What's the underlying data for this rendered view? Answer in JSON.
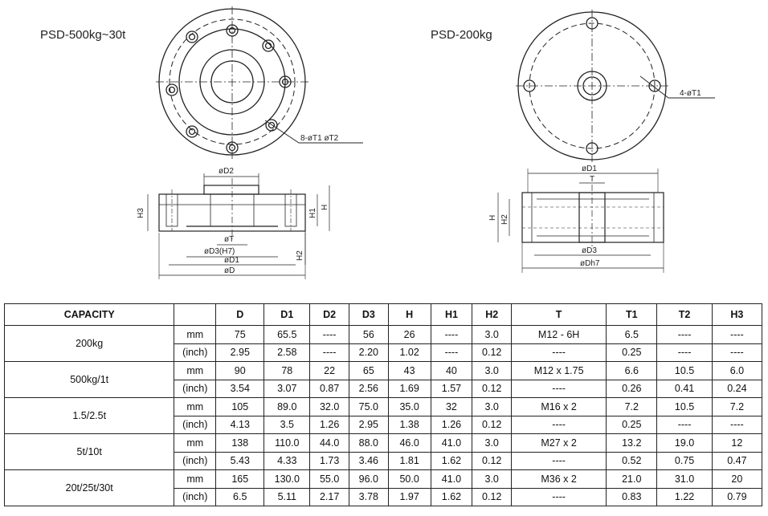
{
  "drawings": {
    "left": {
      "title": "PSD-500kg~30t",
      "labels": {
        "holes": "8-øT1 øT2",
        "d2": "øD2",
        "t": "øT",
        "d3": "øD3(H7)",
        "d1": "øD1",
        "d": "øD",
        "h3": "H3",
        "h1": "H1",
        "h": "H",
        "h2": "H2"
      }
    },
    "right": {
      "title": "PSD-200kg",
      "labels": {
        "holes": "4-øT1",
        "d1": "øD1",
        "t": "T",
        "d3": "øD3",
        "dh7": "øDh7",
        "h": "H",
        "h2": "H2"
      }
    }
  },
  "table": {
    "headers": [
      "CAPACITY",
      "",
      "D",
      "D1",
      "D2",
      "D3",
      "H",
      "H1",
      "H2",
      "T",
      "T1",
      "T2",
      "H3"
    ],
    "rows": [
      {
        "capacity": "200kg",
        "mm": [
          "75",
          "65.5",
          "----",
          "56",
          "26",
          "----",
          "3.0",
          "M12 - 6H",
          "6.5",
          "----",
          "----"
        ],
        "inch": [
          "2.95",
          "2.58",
          "----",
          "2.20",
          "1.02",
          "----",
          "0.12",
          "----",
          "0.25",
          "----",
          "----"
        ]
      },
      {
        "capacity": "500kg/1t",
        "mm": [
          "90",
          "78",
          "22",
          "65",
          "43",
          "40",
          "3.0",
          "M12 x 1.75",
          "6.6",
          "10.5",
          "6.0"
        ],
        "inch": [
          "3.54",
          "3.07",
          "0.87",
          "2.56",
          "1.69",
          "1.57",
          "0.12",
          "----",
          "0.26",
          "0.41",
          "0.24"
        ]
      },
      {
        "capacity": "1.5/2.5t",
        "mm": [
          "105",
          "89.0",
          "32.0",
          "75.0",
          "35.0",
          "32",
          "3.0",
          "M16 x 2",
          "7.2",
          "10.5",
          "7.2"
        ],
        "inch": [
          "4.13",
          "3.5",
          "1.26",
          "2.95",
          "1.38",
          "1.26",
          "0.12",
          "----",
          "0.25",
          "----",
          "----"
        ]
      },
      {
        "capacity": "5t/10t",
        "mm": [
          "138",
          "110.0",
          "44.0",
          "88.0",
          "46.0",
          "41.0",
          "3.0",
          "M27 x 2",
          "13.2",
          "19.0",
          "12"
        ],
        "inch": [
          "5.43",
          "4.33",
          "1.73",
          "3.46",
          "1.81",
          "1.62",
          "0.12",
          "----",
          "0.52",
          "0.75",
          "0.47"
        ]
      },
      {
        "capacity": "20t/25t/30t",
        "mm": [
          "165",
          "130.0",
          "55.0",
          "96.0",
          "50.0",
          "41.0",
          "3.0",
          "M36 x 2",
          "21.0",
          "31.0",
          "20"
        ],
        "inch": [
          "6.5",
          "5.11",
          "2.17",
          "3.78",
          "1.97",
          "1.62",
          "0.12",
          "----",
          "0.83",
          "1.22",
          "0.79"
        ]
      }
    ],
    "unit_labels": {
      "mm": "mm",
      "inch": "(inch)"
    }
  }
}
